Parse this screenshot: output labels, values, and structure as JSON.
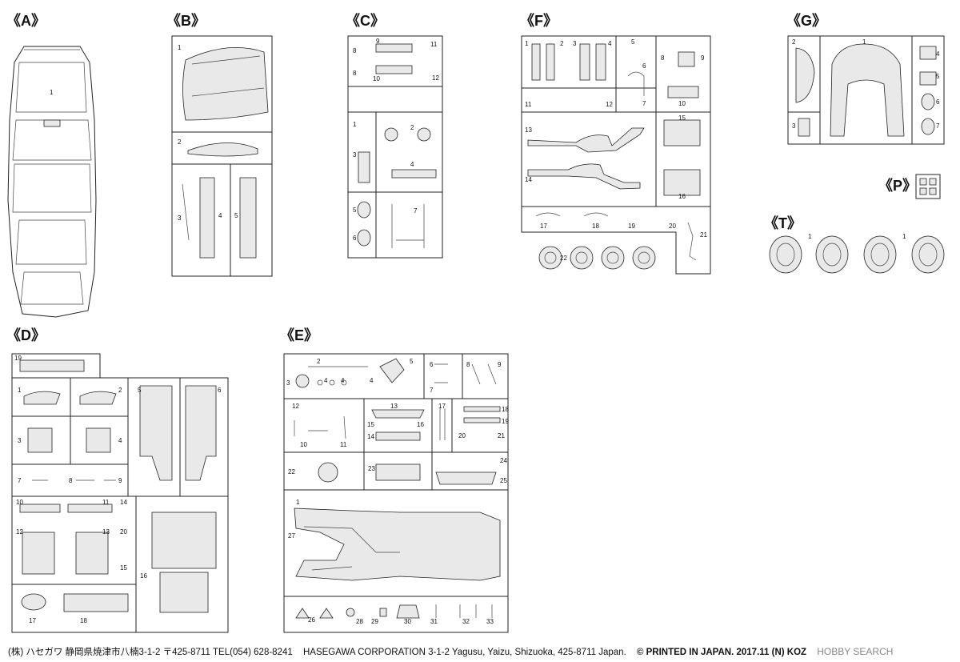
{
  "frames": {
    "A": {
      "title": "《A》",
      "parts": [
        "1"
      ]
    },
    "B": {
      "title": "《B》",
      "parts": [
        "1",
        "2",
        "3",
        "4",
        "5"
      ]
    },
    "C": {
      "title": "《C》",
      "parts": [
        "8",
        "9",
        "11",
        "8",
        "10",
        "12",
        "1",
        "2",
        "3",
        "4",
        "5",
        "7",
        "6"
      ]
    },
    "F": {
      "title": "《F》",
      "parts": [
        "1",
        "2",
        "3",
        "4",
        "5",
        "6",
        "8",
        "9",
        "7",
        "10",
        "11",
        "12",
        "13",
        "14",
        "15",
        "16",
        "17",
        "18",
        "19",
        "20",
        "21",
        "22"
      ]
    },
    "G": {
      "title": "《G》",
      "parts": [
        "2",
        "1",
        "4",
        "5",
        "6",
        "3",
        "7"
      ]
    },
    "P": {
      "title": "《P》",
      "parts": []
    },
    "T": {
      "title": "《T》",
      "parts": [
        "1",
        "1"
      ]
    },
    "D": {
      "title": "《D》",
      "parts": [
        "19",
        "1",
        "2",
        "5",
        "6",
        "3",
        "4",
        "7",
        "8",
        "9",
        "10",
        "11",
        "14",
        "20",
        "12",
        "13",
        "15",
        "16",
        "17",
        "18"
      ]
    },
    "E": {
      "title": "《E》",
      "parts": [
        "2",
        "5",
        "6",
        "8",
        "9",
        "3",
        "4",
        "4",
        "4",
        "7",
        "12",
        "13",
        "17",
        "18",
        "15",
        "16",
        "19",
        "14",
        "20",
        "21",
        "10",
        "11",
        "24",
        "22",
        "23",
        "25",
        "1",
        "27",
        "26",
        "28",
        "29",
        "30",
        "31",
        "32",
        "33"
      ]
    }
  },
  "footer": {
    "company_jp": "(株) ハセガワ 静岡県焼津市八楠3-1-2 〒425-8711 TEL(054) 628-8241",
    "company_en": "HASEGAWA CORPORATION 3-1-2 Yagusu, Yaizu, Shizuoka, 425-8711 Japan.",
    "printed": "© PRINTED IN JAPAN. 2017.11 (N) KOZ",
    "watermark": "HOBBY SEARCH"
  }
}
